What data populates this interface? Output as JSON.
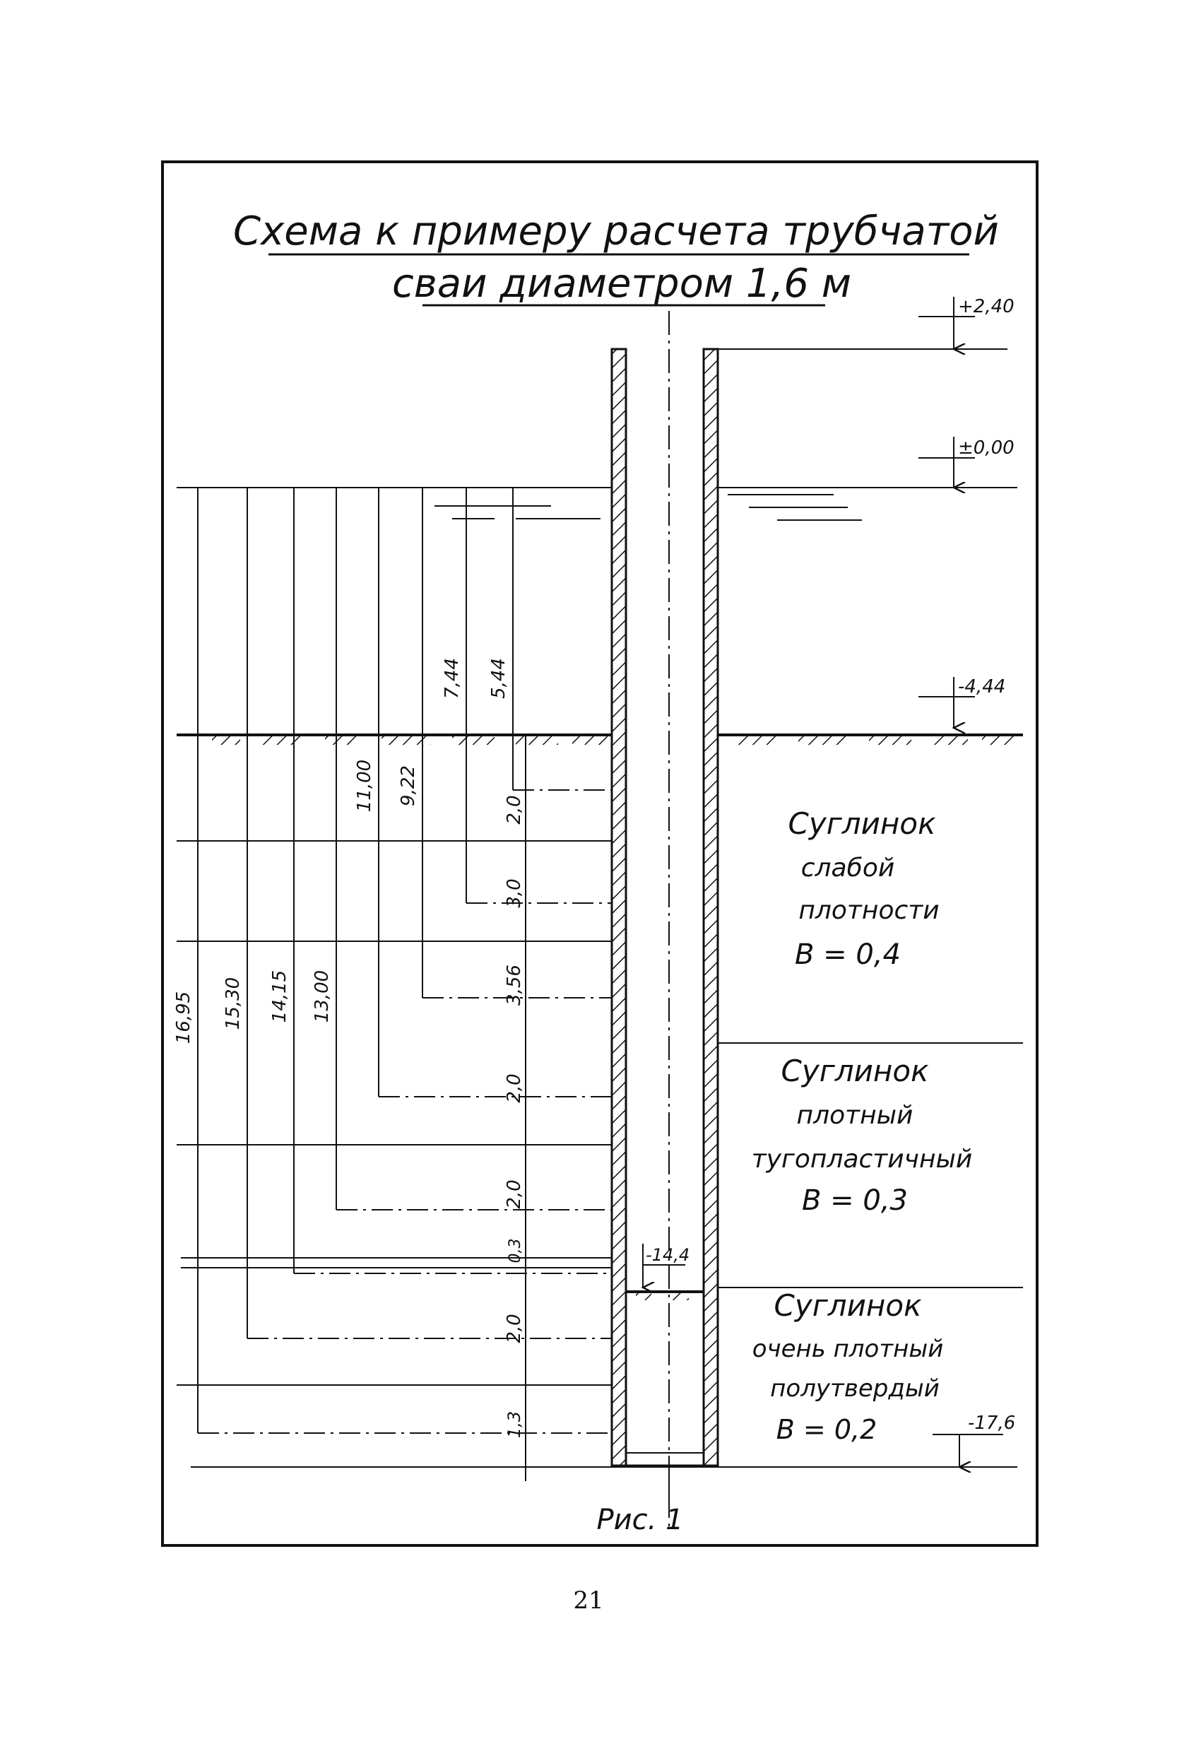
{
  "title_line1": "Схема к примеру расчета трубчатой",
  "title_line2": "сваи диаметром 1,6 м",
  "elevations": {
    "top": "+2,40",
    "water": "±0,00",
    "ground": "-4,44",
    "plug": "-14,4",
    "tip": "-17,6"
  },
  "soils": [
    {
      "name": "Суглинок",
      "desc1": "слабой",
      "desc2": "плотности",
      "param": "В = 0,4"
    },
    {
      "name": "Суглинок",
      "desc1": "плотный",
      "desc2": "тугопластичный",
      "param": "В = 0,3"
    },
    {
      "name": "Суглинок",
      "desc1": "очень плотный",
      "desc2": "полутвердый",
      "param": "В = 0,2"
    }
  ],
  "depth_labels": [
    "16,95",
    "15,30",
    "14,15",
    "13,00",
    "11,00",
    "9,22",
    "7,44",
    "5,44"
  ],
  "layer_labels": [
    "2,0",
    "3,0",
    "3,56",
    "2,0",
    "2,0",
    "0,3",
    "2,0",
    "1,3"
  ],
  "caption": "Рис. 1",
  "page_number": "21"
}
